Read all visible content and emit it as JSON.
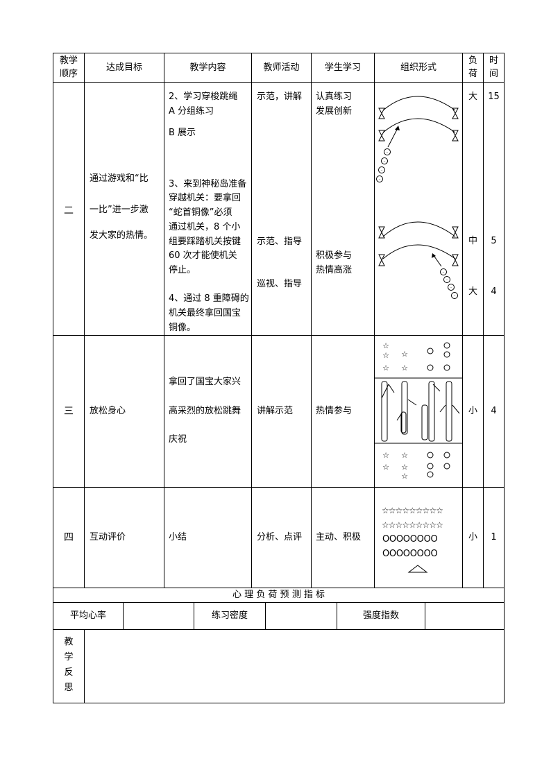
{
  "header": {
    "col1": "教学顺序",
    "col1_l1": "教学",
    "col1_l2": "顺序",
    "col2": "达成目标",
    "col3": "教学内容",
    "col4": "教师活动",
    "col5": "学生学习",
    "col6": "组织形式",
    "col7_l1": "负",
    "col7_l2": "荷",
    "col8_l1": "时",
    "col8_l2": "间"
  },
  "rows": [
    {
      "order": "二",
      "goal": [
        "通过游戏和“比",
        "一比”进一步激",
        "发大家的热情。"
      ],
      "content": {
        "p1": [
          "2、学习穿梭跳绳",
          "A 分组练习"
        ],
        "p2": "B 展示",
        "p3": [
          "3、来到神秘岛准备",
          "穿越机关：要拿回",
          "“蛇首铜像”必须",
          "通过机关，8 个小",
          "组要踩踏机关按键",
          "60 次才能使机关",
          "停止。"
        ],
        "p4": [
          "4、通过 8 重障碍的",
          "机关最终拿回国宝",
          "铜像。"
        ]
      },
      "teacher": [
        "示范，讲解",
        "示范、指导",
        "巡视、指导"
      ],
      "student": [
        [
          "认真练习",
          "发展创新"
        ],
        [
          "积极参与",
          "热情高涨"
        ]
      ],
      "load": [
        "大",
        "中",
        "大"
      ],
      "time": [
        "15",
        "5",
        "4"
      ]
    },
    {
      "order": "三",
      "goal": "放松身心",
      "content": [
        "拿回了国宝大家兴",
        "高采烈的放松跳舞",
        "庆祝"
      ],
      "teacher": "讲解示范",
      "student": "热情参与",
      "load": "小",
      "time": "4"
    },
    {
      "order": "四",
      "goal": "互动评价",
      "content": "小结",
      "teacher": "分析、点评",
      "student": "主动、积极",
      "load": "小",
      "time": "1",
      "formation": {
        "stars_row": "☆☆☆☆☆☆☆☆☆",
        "circles_row": "OOOOOOOO"
      }
    }
  ],
  "footer": {
    "title": "心 理 负 荷 预 测 指 标",
    "heart_rate_label": "平均心率",
    "heart_rate_value": "",
    "density_label": "练习密度",
    "density_value": "",
    "intensity_label": "强度指数",
    "intensity_value": "",
    "reflection_label": [
      "教",
      "学",
      "反",
      "思"
    ],
    "reflection_value": ""
  },
  "icons": {
    "star": "☆",
    "hourglass": "hourglass-marker-icon",
    "smiley": "smiley-student-icon",
    "arrow": "direction-arrow-icon",
    "triangle": "teacher-triangle-icon"
  }
}
